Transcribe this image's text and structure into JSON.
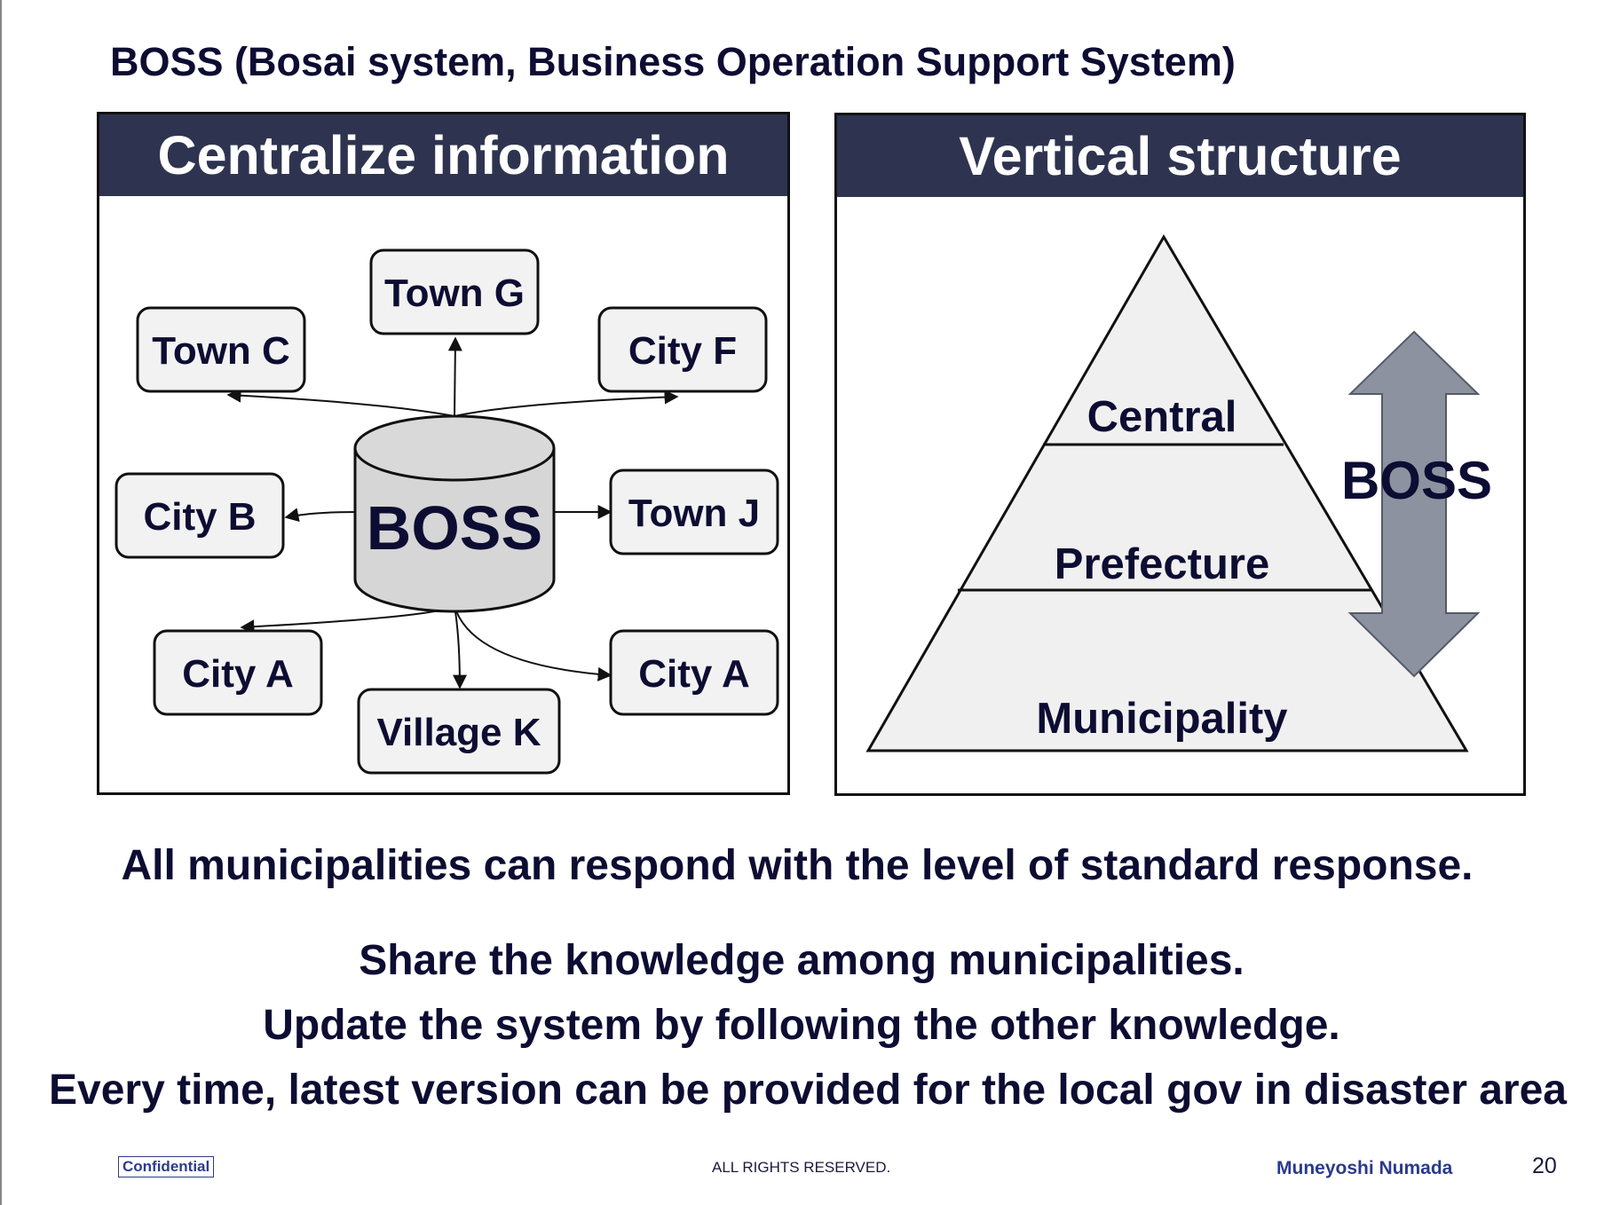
{
  "title": "BOSS (Bosai system, Business Operation Support System)",
  "left_panel": {
    "header": "Centralize information",
    "center_label": "BOSS",
    "nodes": [
      "Town G",
      "Town C",
      "City F",
      "City B",
      "Town J",
      "City A",
      "Village K",
      "City A"
    ]
  },
  "right_panel": {
    "header": "Vertical structure",
    "levels": [
      "Central",
      "Prefecture",
      "Municipality"
    ],
    "arrow_label": "BOSS"
  },
  "messages": {
    "line1": "All municipalities can respond with the level of standard response.",
    "line2": "Share the knowledge among municipalities.",
    "line3": "Update the system by following the other knowledge.",
    "line4": "Every time, latest version can be provided for the local gov in disaster area"
  },
  "footer": {
    "confidential": "Confidential",
    "rights": "ALL RIGHTS RESERVED.",
    "author": "Muneyoshi Numada",
    "page": "20"
  },
  "colors": {
    "header_bg": "#2e3450",
    "node_fill": "#f2f2f2",
    "cylinder_fill": "#d6d6d6",
    "arrow_fill": "#8c92a0",
    "text": "#0d0d33"
  }
}
